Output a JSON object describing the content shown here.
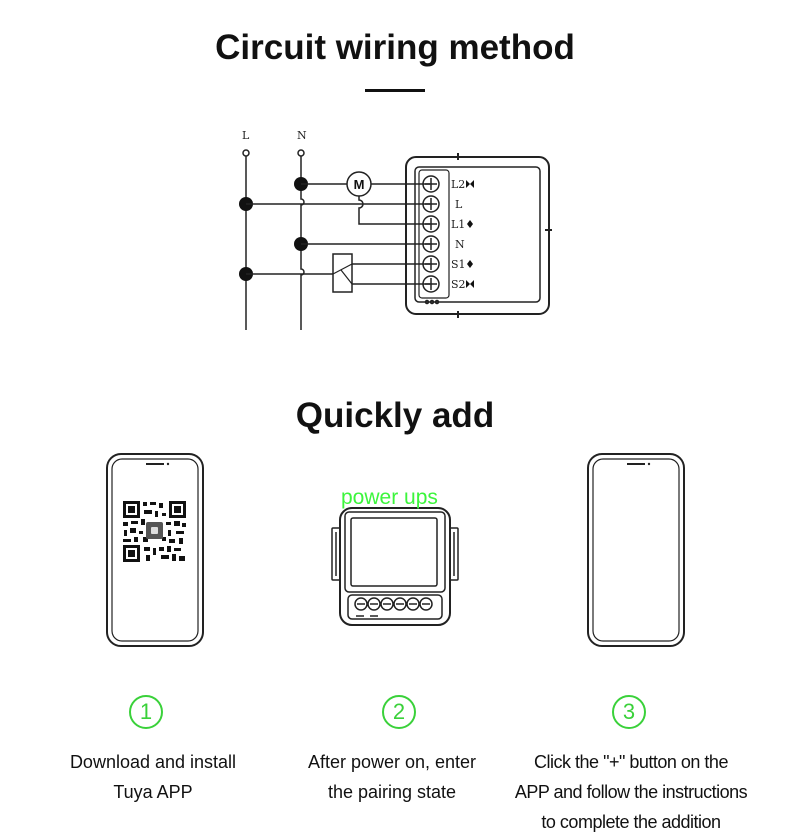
{
  "sections": {
    "wiring_title": "Circuit wiring method",
    "quick_title": "Quickly add"
  },
  "diagram": {
    "line_label_l": "L",
    "line_label_n": "N",
    "motor_label": "M",
    "terminals": [
      "L2",
      "L",
      "L1",
      "N",
      "S1",
      "S2"
    ]
  },
  "device_label": "power ups",
  "steps": [
    {
      "number": "1",
      "text_line1": "Download and install",
      "text_line2": "Tuya APP"
    },
    {
      "number": "2",
      "text_line1": "After power on, enter",
      "text_line2": "the pairing state"
    },
    {
      "number": "3",
      "text_line1": "Click the \"+\" button on the",
      "text_line2": "APP and follow the instructions",
      "text_line3": "to complete the addition"
    }
  ],
  "colors": {
    "accent_green": "#3ad13a",
    "label_green": "#3cf53c"
  }
}
